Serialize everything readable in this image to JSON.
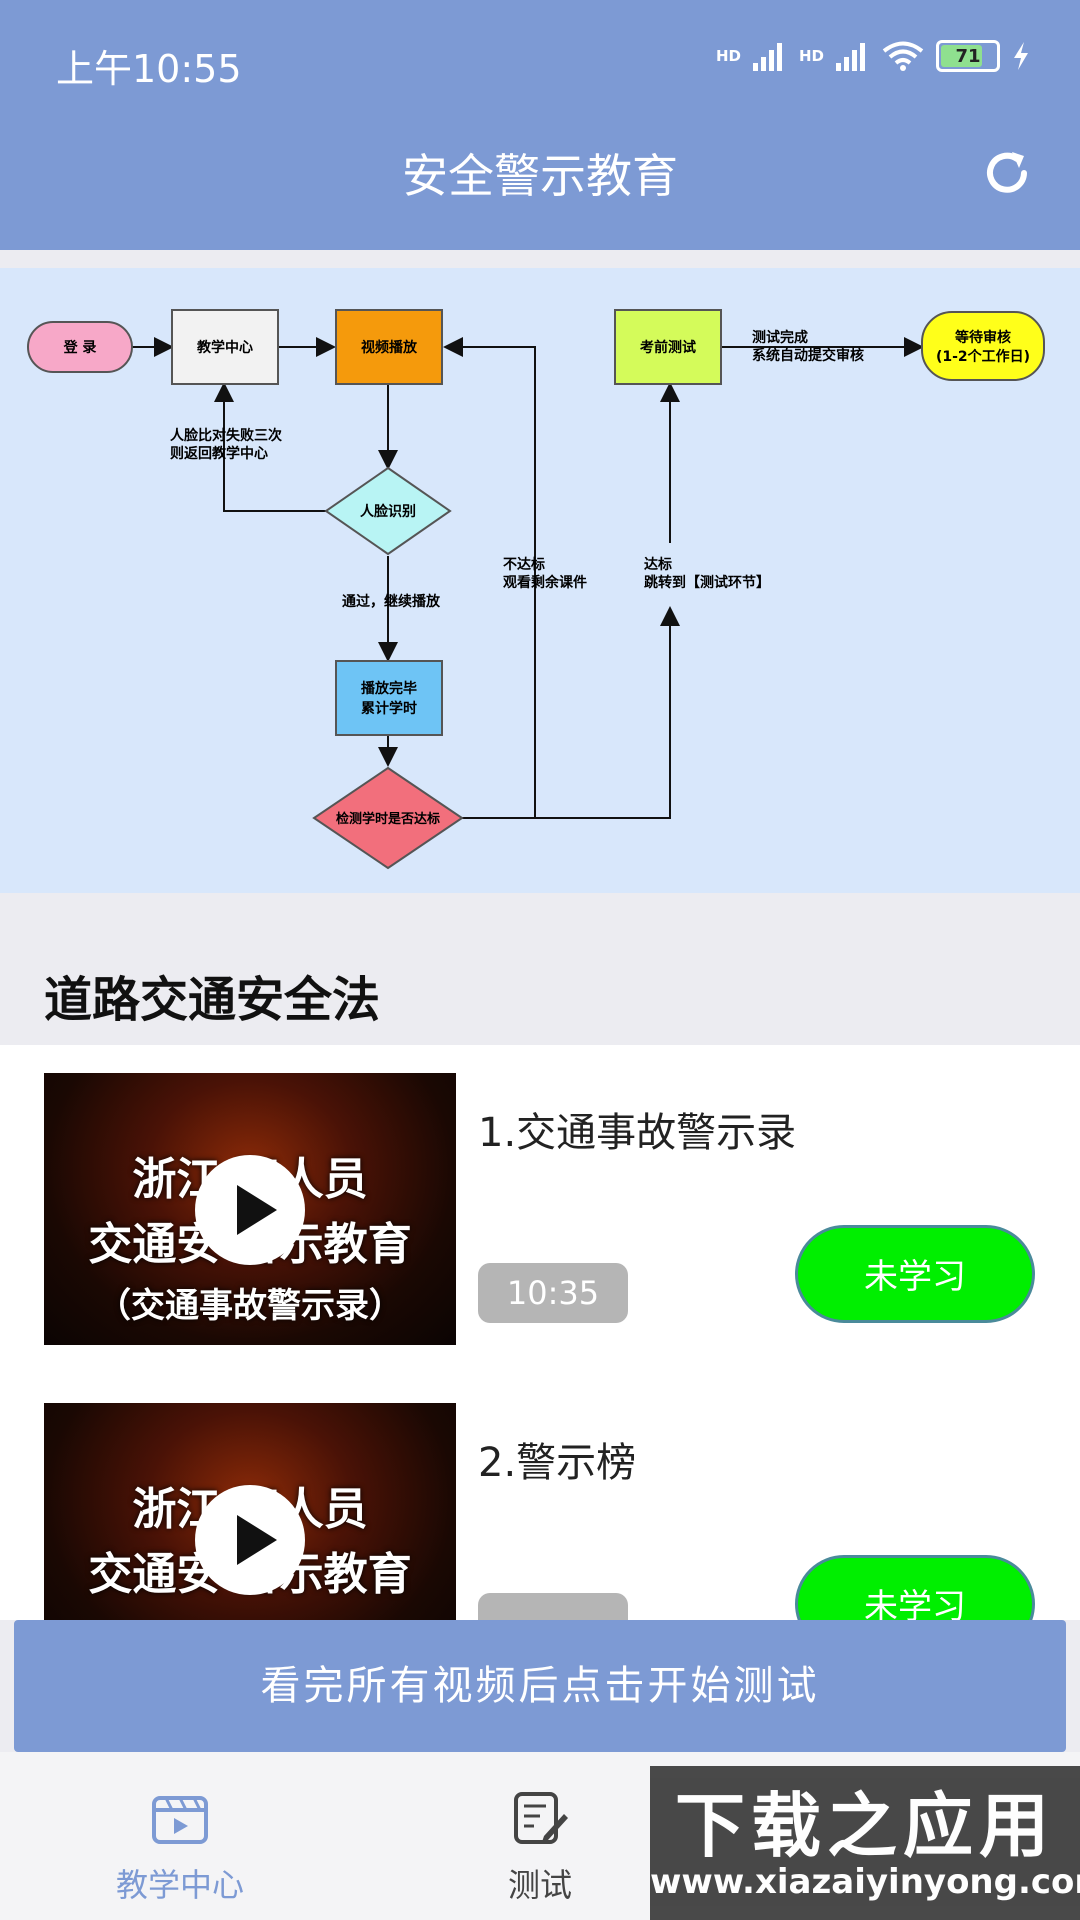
{
  "status_bar": {
    "time": "上午10:55",
    "battery": "71",
    "hd1": "HD",
    "hd2": "HD"
  },
  "header": {
    "title": "安全警示教育"
  },
  "flowchart": {
    "login": "登  录",
    "teaching_center": "教学中心",
    "video_play": "视频播放",
    "face_fail_note_1": "人脸比对失败三次",
    "face_fail_note_2": "则返回教学中心",
    "face_recognition": "人脸识别",
    "pass_continue": "通过，继续播放",
    "play_done_1": "播放完毕",
    "play_done_2": "累计学时",
    "check_hours": "检测学时是否达标",
    "not_met_1": "不达标",
    "not_met_2": "观看剩余课件",
    "met_1": "达标",
    "met_2": "跳转到【测试环节】",
    "pre_exam": "考前测试",
    "test_done_1": "测试完成",
    "test_done_2": "系统自动提交审核",
    "await_review_1": "等待审核",
    "await_review_2": "(1-2个工作日)"
  },
  "section": {
    "title": "道路交通安全法"
  },
  "videos": [
    {
      "title": "1.交通事故警示录",
      "duration": "10:35",
      "status": "未学习",
      "thumb_lines": [
        "浙江  职人员",
        "交通安  警示教育",
        "（交通事故警示录）"
      ]
    },
    {
      "title": "2.警示榜",
      "duration": "",
      "status": "未学习",
      "thumb_lines": [
        "浙江  职人员",
        "交通安  警示教育"
      ]
    }
  ],
  "start_test": {
    "label": "看完所有视频后点击开始测试"
  },
  "tabs": [
    {
      "label": "教学中心",
      "icon": "video-clapper-icon",
      "active": true
    },
    {
      "label": "测试",
      "icon": "edit-document-icon",
      "active": false
    }
  ],
  "watermark": {
    "big": "下载之应用",
    "small": "www.xiazaiyinyong.com"
  },
  "colors": {
    "primary": "#7d9ad4",
    "status_green": "#00ef00",
    "flow_bg": "#d8e7fb"
  }
}
